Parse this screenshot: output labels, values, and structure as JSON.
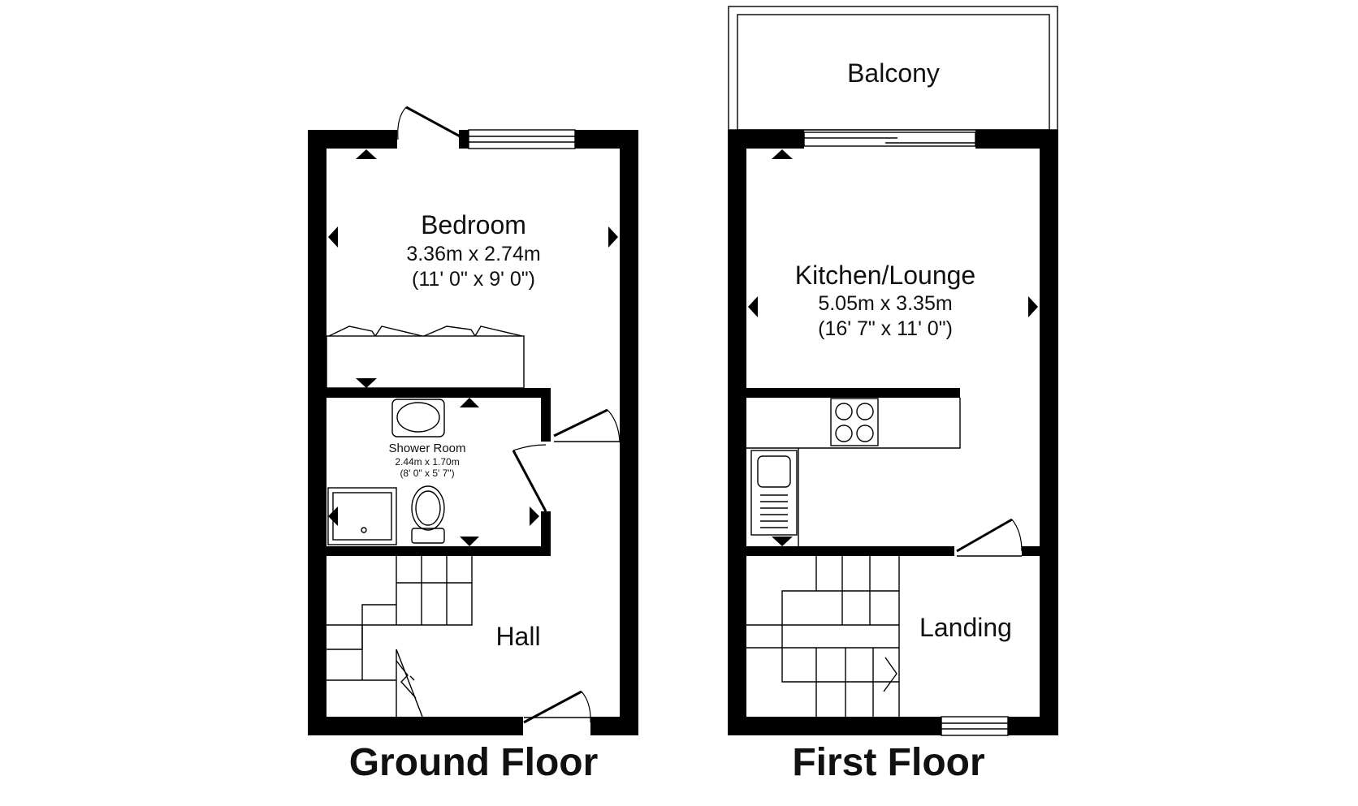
{
  "floors": {
    "ground": {
      "title": "Ground Floor",
      "rooms": {
        "bedroom": {
          "name": "Bedroom",
          "metric": "3.36m x 2.74m",
          "imperial": "(11' 0\" x 9' 0\")"
        },
        "shower_room": {
          "name": "Shower Room",
          "metric": "2.44m x 1.70m",
          "imperial": "(8' 0\" x 5' 7\")"
        },
        "hall": {
          "name": "Hall"
        }
      }
    },
    "first": {
      "title": "First Floor",
      "rooms": {
        "balcony": {
          "name": "Balcony"
        },
        "kitchen_lounge": {
          "name": "Kitchen/Lounge",
          "metric": "5.05m x 3.35m",
          "imperial": "(16' 7\" x 11' 0\")"
        },
        "landing": {
          "name": "Landing"
        }
      }
    }
  },
  "colors": {
    "wall": "#000000",
    "background": "#ffffff",
    "text": "#111111"
  }
}
